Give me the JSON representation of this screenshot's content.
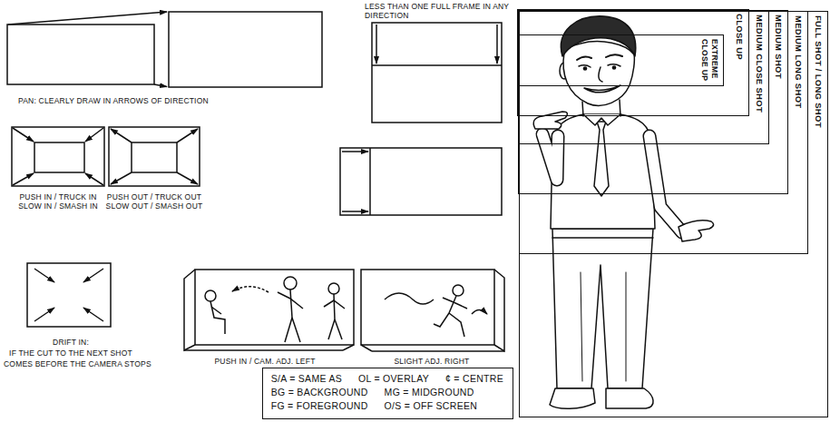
{
  "diagram": {
    "nodes": [
      {
        "text": [
          "FULL SHOT / LONG SHOT"
        ]
      },
      {
        "text": [
          "MEDIUM LONG SHOT"
        ],
        "in": 0
      },
      {
        "text": [
          "MEDIUM SHOT"
        ],
        "in": 1
      },
      {
        "text": [
          "MEDIUM CLOSE SHOT"
        ],
        "in": 2
      },
      {
        "text": [
          "CLOSE UP"
        ],
        "in": 3
      },
      {
        "text": [
          "EXTREME CLOSE UP"
        ],
        "in": 4
      },
      {
        "text": [
          "S/A = SAME AS",
          "OL = OVERLAY",
          "¢ = CENTRE",
          "BG = BACKGROUND",
          "MG = MIDGROUND",
          "FG = FOREGROUND",
          "O/S = OFF SCREEN"
        ]
      }
    ],
    "labels": [
      "LESS THAN ONE FULL FRAME IN ANY",
      "DIRECTION",
      "PAN: CLEARLY DRAW IN ARROWS OF DIRECTION",
      "PUSH IN / TRUCK IN",
      "SLOW IN / SMASH IN",
      "PUSH OUT / TRUCK OUT",
      "SLOW OUT / SMASH OUT",
      "DRIFT IN:",
      "IF THE CUT TO THE NEXT SHOT",
      "COMES BEFORE THE CAMERA STOPS",
      "PUSH IN / CAM. ADJ. LEFT",
      "SLIGHT ADJ. RIGHT"
    ]
  }
}
